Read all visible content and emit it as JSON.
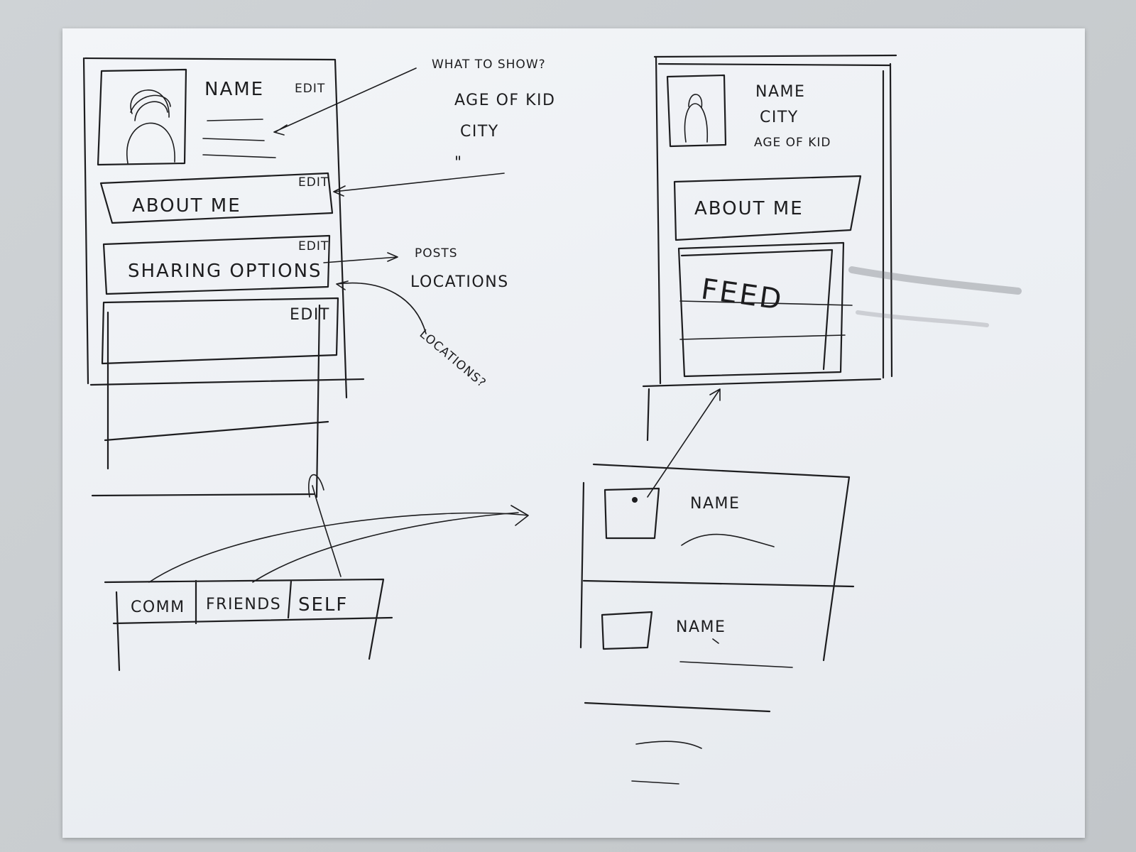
{
  "left_sketch": {
    "profile": {
      "name": "NAME",
      "edit": "EDIT"
    },
    "about": {
      "label": "ABOUT ME",
      "edit": "EDIT"
    },
    "sharing": {
      "label": "SHARING OPTIONS",
      "edit": "EDIT"
    },
    "feed": {
      "edit": "EDIT"
    },
    "tabs": [
      "COMM",
      "FRIENDS",
      "SELF"
    ]
  },
  "annotations": {
    "what_to_show": "WHAT TO SHOW?",
    "age_of_kid": "AGE OF KID",
    "city": "CITY",
    "ditto": "\"",
    "posts": "POSTS",
    "locations": "LOCATIONS",
    "locations_q": "LOCATIONS?"
  },
  "right_sketch": {
    "profile": {
      "name": "NAME",
      "city": "CITY",
      "age": "AGE OF KID"
    },
    "about": {
      "label": "ABOUT ME"
    },
    "feed": {
      "label": "FEED"
    }
  },
  "detail_sketch": {
    "items": [
      {
        "name": "NAME"
      },
      {
        "name": "NAME"
      }
    ]
  }
}
